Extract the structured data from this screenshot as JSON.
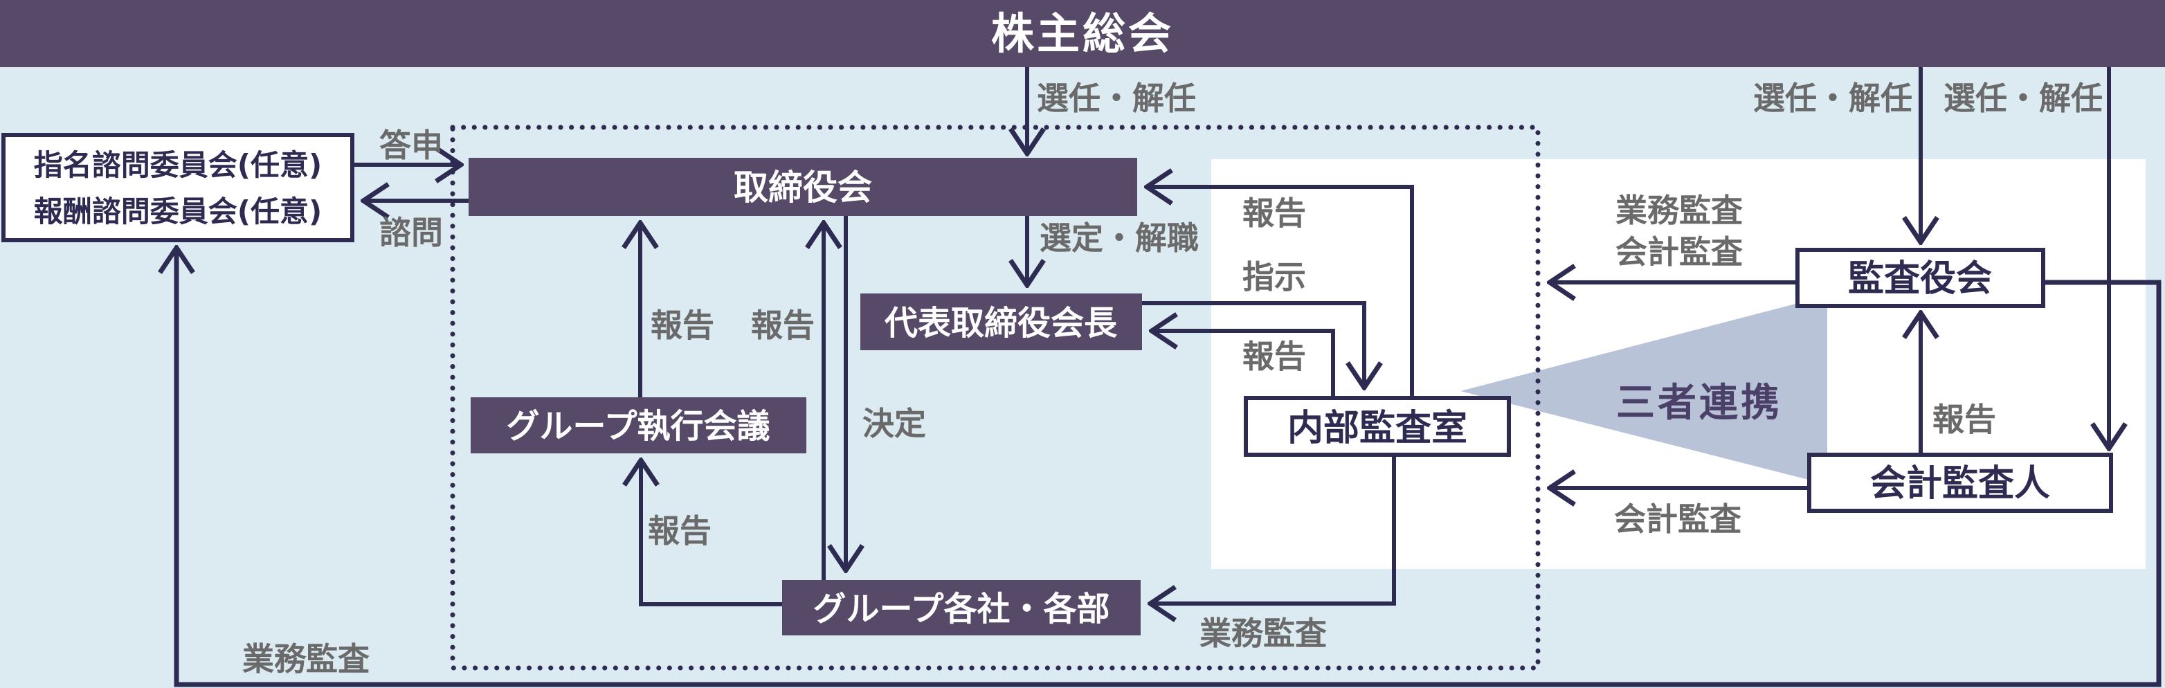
{
  "colors": {
    "background": "#dcebf1",
    "panel": "#ffffff",
    "purple": "#564a68",
    "navy": "#2e2b52",
    "gray": "#6a6a6a",
    "lavender": "#b9c3d8",
    "white_text": "#ffffff",
    "purple_text": "#4b4168"
  },
  "nodes": {
    "shareholders": "株主総会",
    "advisory_line1": "指名諮問委員会(任意)",
    "advisory_line2": "報酬諮問委員会(任意)",
    "board": "取締役会",
    "chairman": "代表取締役会長",
    "group_exec": "グループ執行会議",
    "group_companies": "グループ各社・各部",
    "internal_audit": "内部監査室",
    "audit_board": "監査役会",
    "accounting_auditor": "会計監査人",
    "collaboration": "三者連携"
  },
  "edge_labels": {
    "appoint_dismiss_center": "選任・解任",
    "appoint_dismiss_audit_board": "選任・解任",
    "appoint_dismiss_accounting": "選任・解任",
    "report_answer": "答申",
    "consult": "諮問",
    "select_remove": "選定・解職",
    "report_exec_to_board": "報告",
    "report_companies_to_board": "報告",
    "decide": "決定",
    "report_companies_to_exec": "報告",
    "report_internal_to_board": "報告",
    "instruct": "指示",
    "report_internal_to_chairman": "報告",
    "ops_audit_companies": "業務監査",
    "ops_audit_bottom": "業務監査",
    "ops_audit_audit_board": "業務監査",
    "acct_audit_audit_board": "会計監査",
    "acct_audit_auditor": "会計監査",
    "report_auditor_to_audit_board": "報告"
  }
}
